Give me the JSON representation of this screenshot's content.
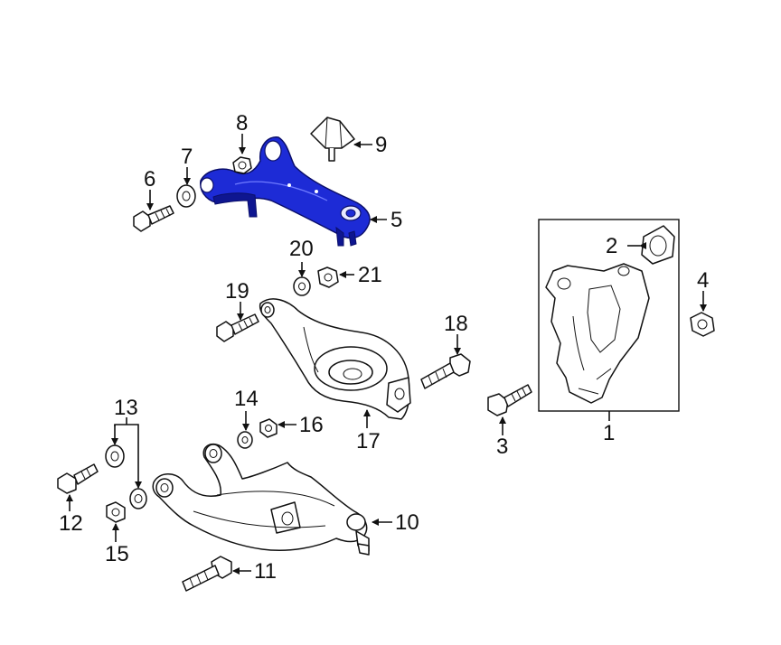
{
  "diagram": {
    "highlight_color": "#1d2bd6",
    "line_color": "#111111",
    "background": "#ffffff",
    "callouts": [
      {
        "id": "c1",
        "label": "1"
      },
      {
        "id": "c2",
        "label": "2"
      },
      {
        "id": "c3",
        "label": "3"
      },
      {
        "id": "c4",
        "label": "4"
      },
      {
        "id": "c5",
        "label": "5"
      },
      {
        "id": "c6",
        "label": "6"
      },
      {
        "id": "c7",
        "label": "7"
      },
      {
        "id": "c8",
        "label": "8"
      },
      {
        "id": "c9",
        "label": "9"
      },
      {
        "id": "c10",
        "label": "10"
      },
      {
        "id": "c11",
        "label": "11"
      },
      {
        "id": "c12",
        "label": "12"
      },
      {
        "id": "c13",
        "label": "13"
      },
      {
        "id": "c14",
        "label": "14"
      },
      {
        "id": "c15",
        "label": "15"
      },
      {
        "id": "c16",
        "label": "16"
      },
      {
        "id": "c17",
        "label": "17"
      },
      {
        "id": "c18",
        "label": "18"
      },
      {
        "id": "c19",
        "label": "19"
      },
      {
        "id": "c20",
        "label": "20"
      },
      {
        "id": "c21",
        "label": "21"
      }
    ]
  }
}
